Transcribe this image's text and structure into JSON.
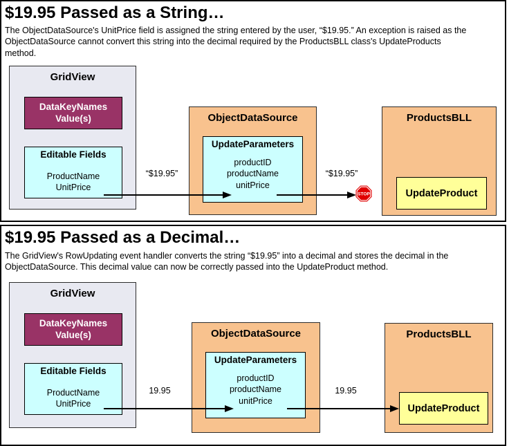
{
  "colors": {
    "panel_border": "#000000",
    "gridview_fill": "#E8E9F1",
    "datakeynames_fill": "#993366",
    "cyan_fill": "#CCFFFF",
    "orange_fill": "#F8C28E",
    "yellow_fill": "#FFFF99",
    "stop_red": "#E00000"
  },
  "panels": [
    {
      "heading": "$19.95 Passed as a String…",
      "description": "The ObjectDataSource's UnitPrice field is assigned the string entered by the user, “$19.95.” An exception is raised as the\nObjectDataSource cannot convert this string into the decimal required by the ProductsBLL class's UpdateProducts\nmethod.",
      "gridview": {
        "title": "GridView",
        "datakeynames_label": "DataKeyNames\nValue(s)",
        "editable_fields_title": "Editable Fields",
        "fields": "ProductName\nUnitPrice"
      },
      "objectdatasource": {
        "title": "ObjectDataSource",
        "updateparameters_title": "UpdateParameters",
        "parameters": "productID\nproductName\nunitPrice"
      },
      "productsbll": {
        "title": "ProductsBLL",
        "method_label": "UpdateProduct"
      },
      "arrow1_label": "“$19.95”",
      "arrow2_label": "“$19.95”",
      "stop_label": "STOP"
    },
    {
      "heading": "$19.95 Passed as a Decimal…",
      "description": "The GridView's RowUpdating event handler converts the string “$19.95” into a decimal and stores the decimal in the\nObjectDataSource. This decimal value can now be correctly passed into the UpdateProduct method.",
      "gridview": {
        "title": "GridView",
        "datakeynames_label": "DataKeyNames\nValue(s)",
        "editable_fields_title": "Editable Fields",
        "fields": "ProductName\nUnitPrice"
      },
      "objectdatasource": {
        "title": "ObjectDataSource",
        "updateparameters_title": "UpdateParameters",
        "parameters": "productID\nproductName\nunitPrice"
      },
      "productsbll": {
        "title": "ProductsBLL",
        "method_label": "UpdateProduct"
      },
      "arrow1_label": "19.95",
      "arrow2_label": "19.95"
    }
  ]
}
